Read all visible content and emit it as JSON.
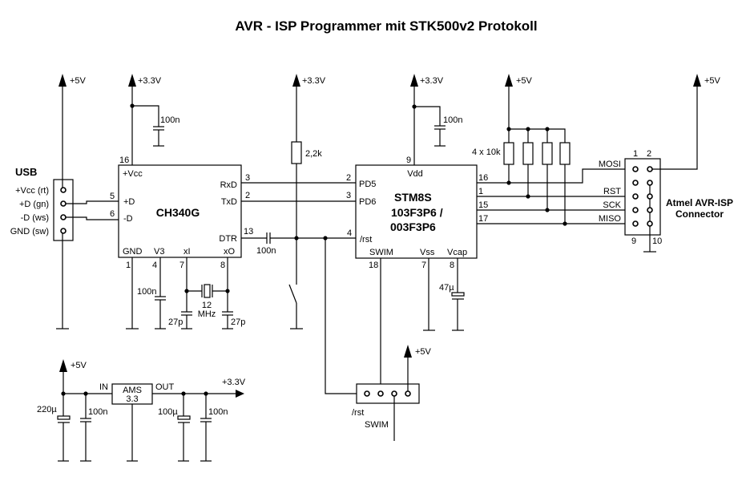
{
  "title": "AVR - ISP Programmer mit STK500v2 Protokoll",
  "rails": {
    "usb_5v": "+5V",
    "ch340_33v": "+3.3V",
    "rst_33v": "+3.3V",
    "stm_33v": "+3.3V",
    "pullup_5v": "+5V",
    "isp_5v": "+5V",
    "swim_5v": "+5V",
    "reg_5v": "+5V",
    "reg_33v": "+3.3V"
  },
  "usb": {
    "title": "USB",
    "pins": [
      "+Vcc (rt)",
      "+D (gn)",
      "-D (ws)",
      "GND (sw)"
    ]
  },
  "ch340": {
    "name": "CH340G",
    "pins": {
      "vcc": {
        "label": "+Vcc",
        "num": "16"
      },
      "dp": {
        "label": "+D",
        "num": "5"
      },
      "dm": {
        "label": "-D",
        "num": "6"
      },
      "rxd": {
        "label": "RxD",
        "num": "3"
      },
      "txd": {
        "label": "TxD",
        "num": "2"
      },
      "dtr": {
        "label": "DTR",
        "num": "13"
      },
      "gnd": {
        "label": "GND",
        "num": "1"
      },
      "v3": {
        "label": "V3",
        "num": "4"
      },
      "xi": {
        "label": "xI",
        "num": "7"
      },
      "xo": {
        "label": "xO",
        "num": "8"
      }
    }
  },
  "stm8": {
    "name_line1": "STM8S",
    "name_line2": "103F3P6 /",
    "name_line3": "003F3P6",
    "pins": {
      "vdd": {
        "label": "Vdd",
        "num": "9"
      },
      "pd5": {
        "label": "PD5",
        "num": "2"
      },
      "pd6": {
        "label": "PD6",
        "num": "3"
      },
      "rst": {
        "label": "/rst",
        "num": "4"
      },
      "swim": {
        "label": "SWIM",
        "num": "18"
      },
      "vss": {
        "label": "Vss",
        "num": "7"
      },
      "vcap": {
        "label": "Vcap",
        "num": "8"
      },
      "p16": {
        "num": "16"
      },
      "p1": {
        "num": "1"
      },
      "p15": {
        "num": "15"
      },
      "p17": {
        "num": "17"
      }
    }
  },
  "components": {
    "c_ch340_vcc": "100n",
    "c_stm_vdd": "100n",
    "r_rst": "2,2k",
    "c_dtr": "100n",
    "c_v3": "100n",
    "c_xi": "27p",
    "c_xo": "27p",
    "crystal_line1": "12",
    "crystal_line2": "MHz",
    "c_vcap": "47µ",
    "r_pullups": "4 x 10k"
  },
  "isp": {
    "title_line1": "Atmel AVR-ISP",
    "title_line2": "Connector",
    "signals": [
      "MOSI",
      "RST",
      "SCK",
      "MISO"
    ],
    "pin1": "1",
    "pin2": "2",
    "pin9": "9",
    "pin10": "10"
  },
  "swim_connector": {
    "label_rst": "/rst",
    "label_swim": "SWIM"
  },
  "regulator": {
    "name_line1": "AMS",
    "name_line2": "3.3",
    "in_label": "IN",
    "out_label": "OUT",
    "c_in_bulk": "220µ",
    "c_in": "100n",
    "c_out_bulk": "100µ",
    "c_out": "100n"
  }
}
